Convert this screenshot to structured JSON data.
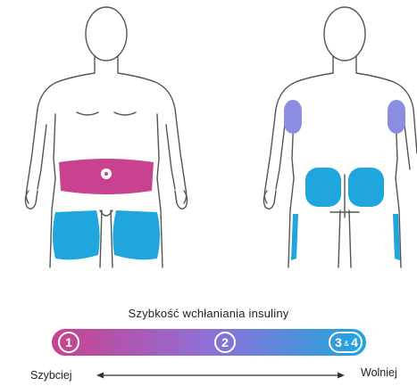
{
  "caption": "Szybkość wchłaniania insuliny",
  "scale": {
    "left_label": "Szybciej",
    "right_label": "Wolniej",
    "markers": [
      "1",
      "2",
      "3",
      "&",
      "4"
    ]
  },
  "colors": {
    "abdomen_zone": "#c8428f",
    "thigh_zone": "#1fa6dd",
    "arm_zone": "#8a8ee0",
    "buttock_zone": "#1fa6dd",
    "gradient_start": "#c8428f",
    "gradient_mid": "#8f6fd6",
    "gradient_end": "#1fa6dd",
    "outline": "#555555"
  }
}
